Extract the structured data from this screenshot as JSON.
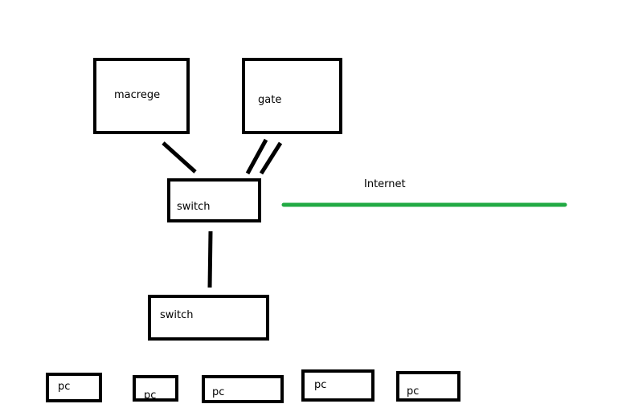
{
  "nodes": {
    "macrege": "macrege",
    "gate": "gate",
    "switch_top": "switch",
    "switch_bottom": "switch",
    "pcs": [
      "pc",
      "pc",
      "pc",
      "pc",
      "pc"
    ]
  },
  "internet": {
    "label": "Internet",
    "color": "#22aa44"
  },
  "colors": {
    "stroke": "#000000",
    "background": "#ffffff"
  }
}
